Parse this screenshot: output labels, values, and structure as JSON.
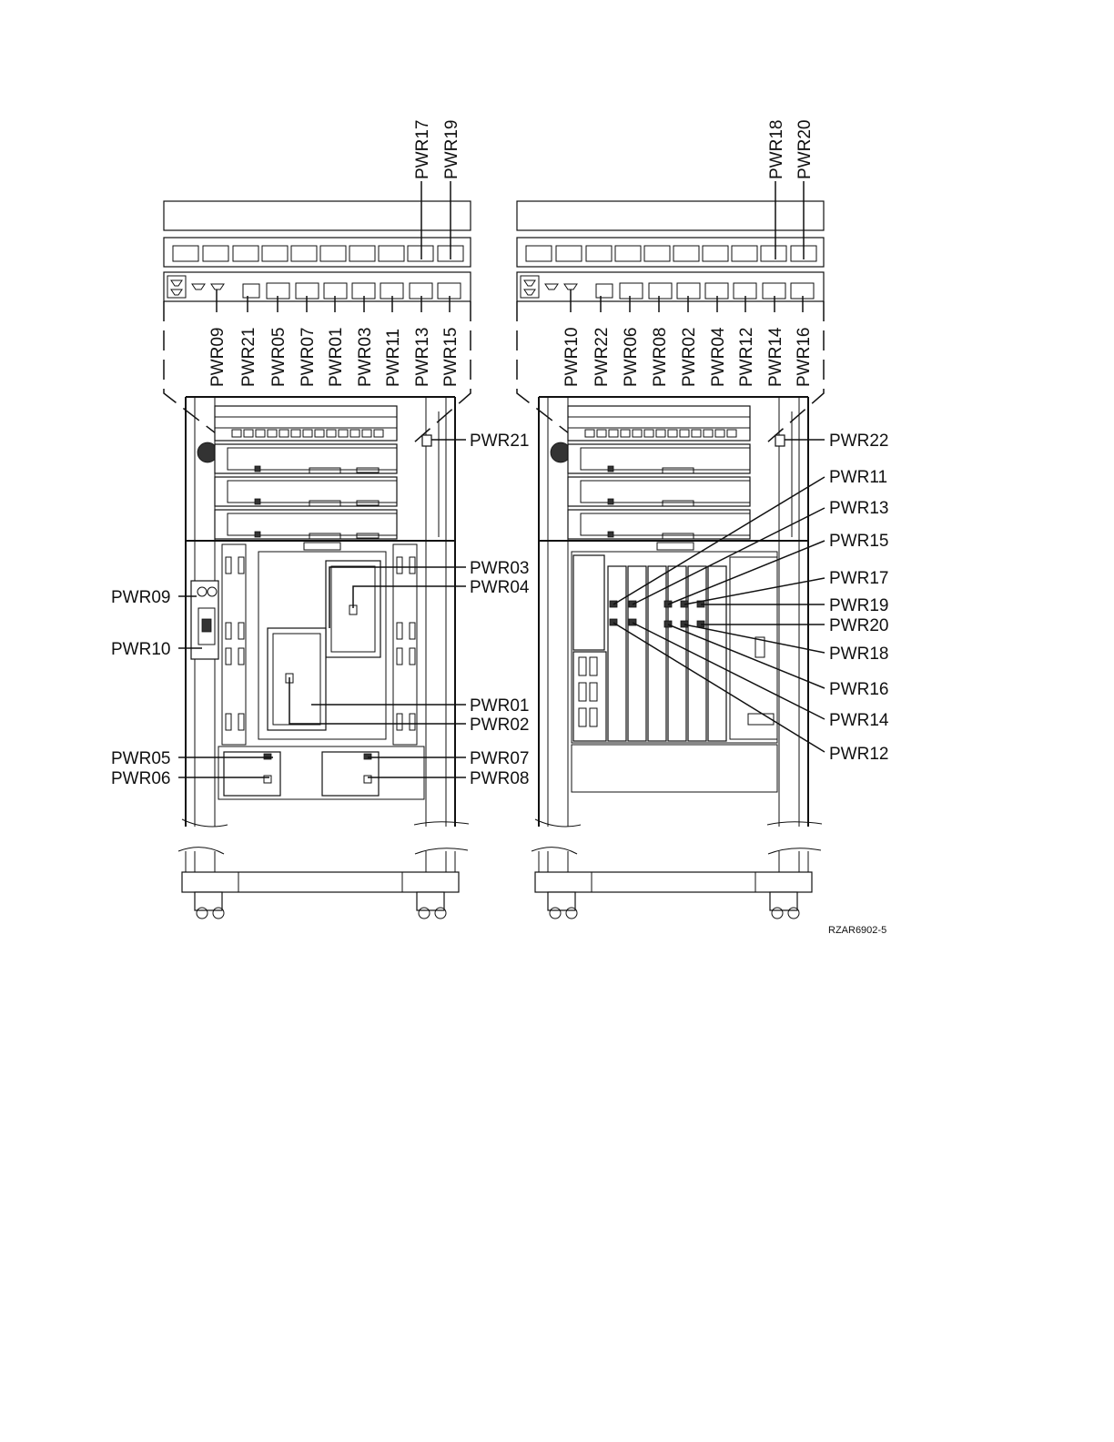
{
  "labels": {
    "PWR01": "PWR01",
    "PWR02": "PWR02",
    "PWR03": "PWR03",
    "PWR04": "PWR04",
    "PWR05": "PWR05",
    "PWR06": "PWR06",
    "PWR07": "PWR07",
    "PWR08": "PWR08",
    "PWR09": "PWR09",
    "PWR10": "PWR10",
    "PWR11": "PWR11",
    "PWR12": "PWR12",
    "PWR13": "PWR13",
    "PWR14": "PWR14",
    "PWR15": "PWR15",
    "PWR16": "PWR16",
    "PWR17": "PWR17",
    "PWR18": "PWR18",
    "PWR19": "PWR19",
    "PWR20": "PWR20",
    "PWR21": "PWR21",
    "PWR22": "PWR22"
  },
  "figure_id": "RZAR6902-5"
}
